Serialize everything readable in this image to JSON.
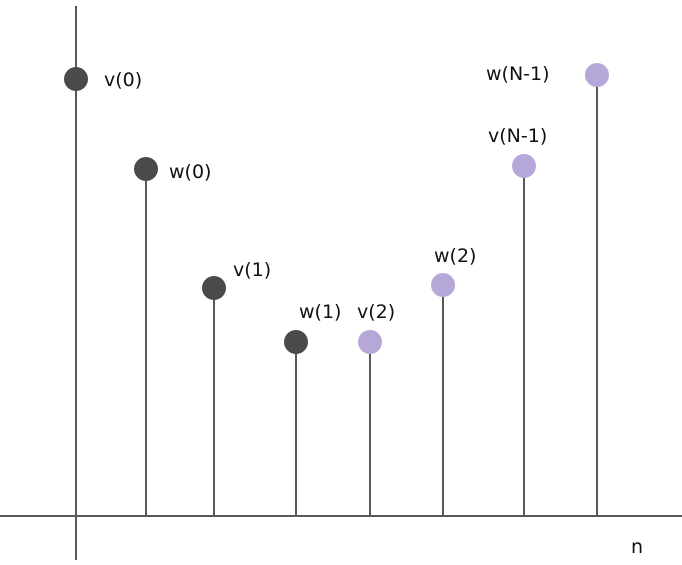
{
  "diagram": {
    "axis_label": "n",
    "colors": {
      "axis": "#595959",
      "stem_line": "#595959",
      "dark_marker": "#4a4a4a",
      "light_marker": "#b6a7d9",
      "text": "#111111"
    },
    "stems": [
      {
        "label": "v(0)",
        "tone": "dark"
      },
      {
        "label": "w(0)",
        "tone": "dark"
      },
      {
        "label": "v(1)",
        "tone": "dark"
      },
      {
        "label": "w(1)",
        "tone": "dark"
      },
      {
        "label": "v(2)",
        "tone": "light"
      },
      {
        "label": "w(2)",
        "tone": "light"
      },
      {
        "label": "v(N-1)",
        "tone": "light"
      },
      {
        "label": "w(N-1)",
        "tone": "light"
      }
    ]
  }
}
